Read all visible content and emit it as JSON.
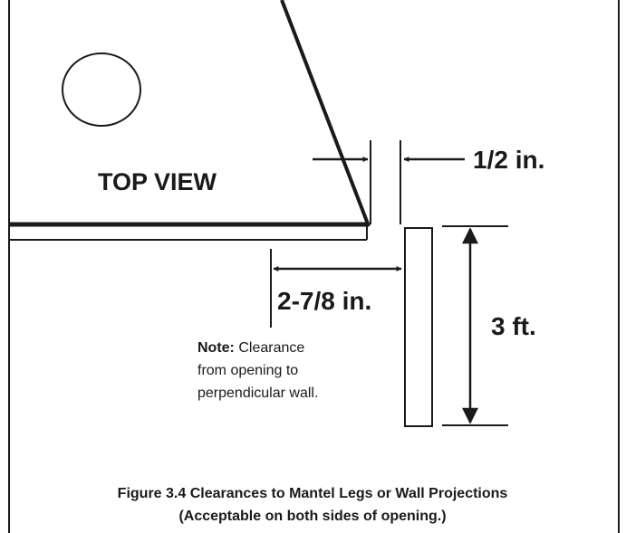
{
  "diagram": {
    "top_view_label": "TOP VIEW",
    "dimension_half_inch": "1/2 in.",
    "dimension_depth": "2-7/8 in.",
    "dimension_height": "3 ft.",
    "note": {
      "bold": "Note:",
      "line1": " Clearance",
      "line2": "from opening to",
      "line3": "perpendicular wall."
    }
  },
  "caption": {
    "line1": "Figure 3.4  Clearances to Mantel Legs or Wall Projections",
    "line2": "(Acceptable on both sides of opening.)"
  }
}
